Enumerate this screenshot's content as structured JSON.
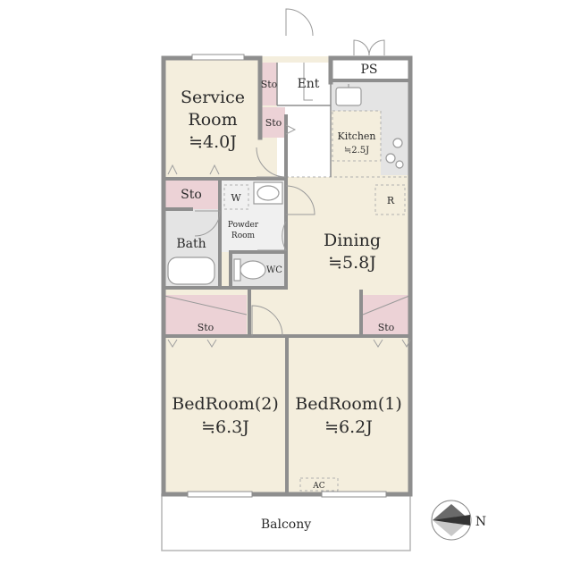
{
  "colors": {
    "wall": "#8e8e8e",
    "floor": "#f4eedd",
    "storage": "#ecd2d6",
    "wet": "#e4e4e4",
    "outdoor": "#ffffff"
  },
  "rooms": {
    "service_room": {
      "line1": "Service",
      "line2": "Room",
      "area": "≒4.0J"
    },
    "dining": {
      "name": "Dining",
      "area": "≒5.8J"
    },
    "kitchen": {
      "name": "Kitchen",
      "area": "≒2.5J"
    },
    "bedroom2": {
      "name": "BedRoom(2)",
      "area": "≒6.3J"
    },
    "bedroom1": {
      "name": "BedRoom(1)",
      "area": "≒6.2J"
    },
    "bath": {
      "name": "Bath"
    },
    "powder": {
      "line1": "Powder",
      "line2": "Room"
    },
    "wc": {
      "name": "WC"
    },
    "entrance": {
      "name": "Ent"
    },
    "ps": {
      "name": "PS"
    },
    "balcony": {
      "name": "Balcony"
    }
  },
  "storage_labels": {
    "sto_entrance_top": "Sto",
    "sto_entrance_mid": "Sto",
    "sto_left": "Sto",
    "sto_bed2": "Sto",
    "sto_bed1": "Sto"
  },
  "fixtures": {
    "washer": "W",
    "fridge": "R",
    "aircon": "AC"
  },
  "compass": {
    "north": "N"
  }
}
